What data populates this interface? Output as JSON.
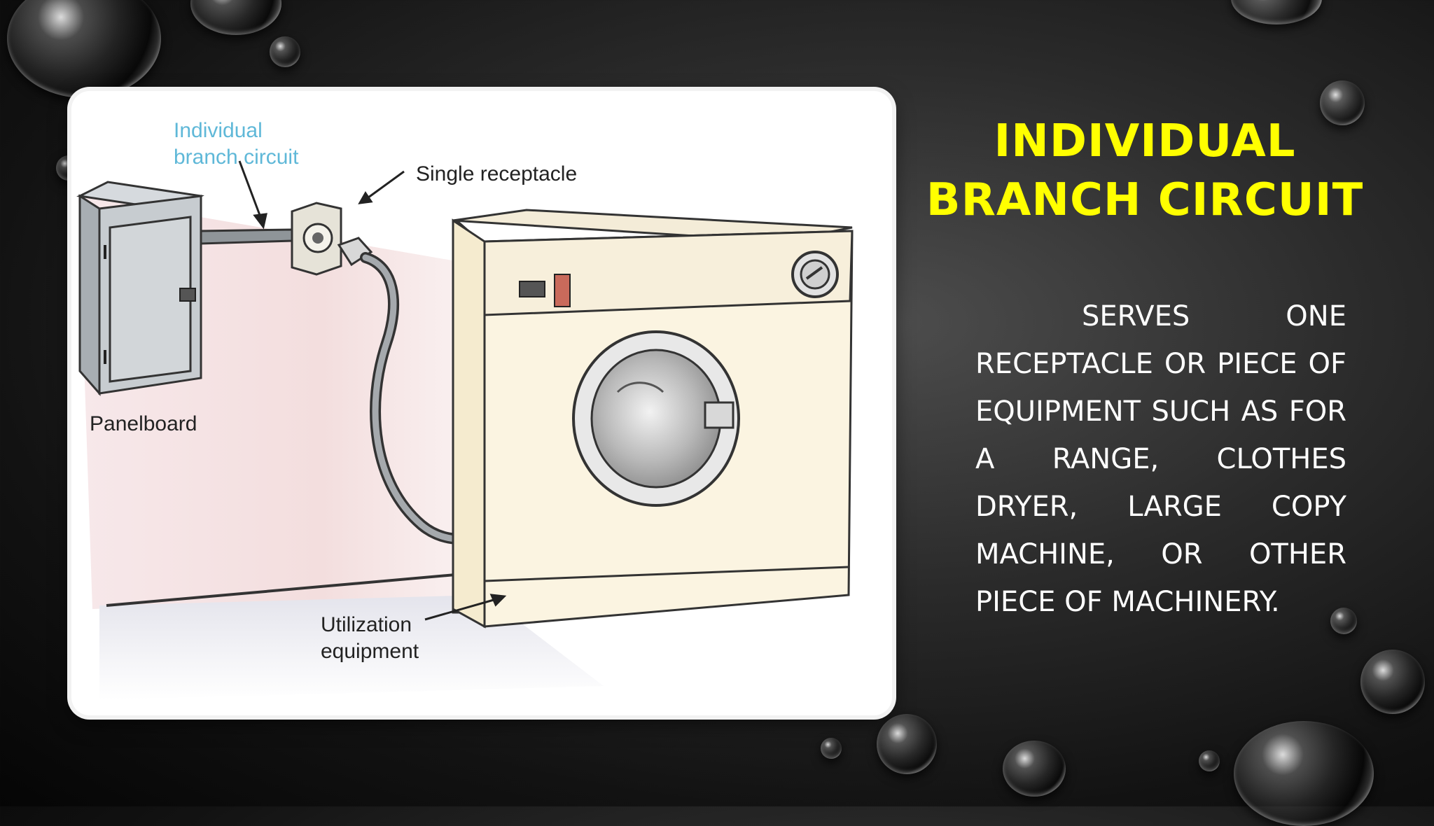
{
  "slide": {
    "title": "INDIVIDUAL BRANCH CIRCUIT",
    "body": "Serves one receptacle or piece of equipment such as for a range, clothes dryer, large copy machine, or other piece of machinery."
  },
  "diagram": {
    "label_circuit_line1": "Individual",
    "label_circuit_line2": "branch circuit",
    "label_receptacle": "Single receptacle",
    "label_panelboard": "Panelboard",
    "label_utilization_line1": "Utilization",
    "label_utilization_line2": "equipment"
  },
  "colors": {
    "title": "#ffff00",
    "body": "#ffffff",
    "circuit_label": "#5fb8d8"
  }
}
